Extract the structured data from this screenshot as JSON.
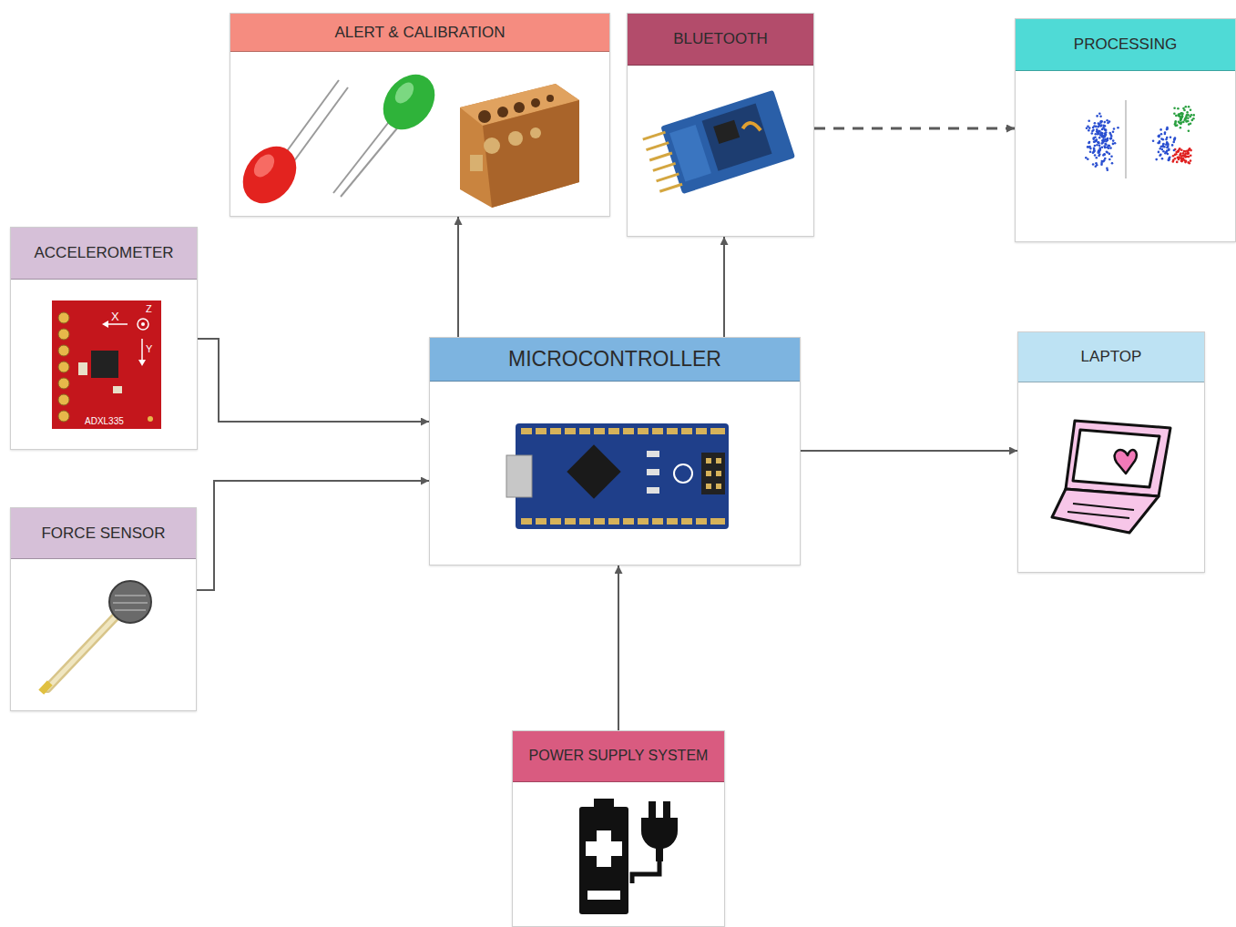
{
  "diagram": {
    "nodes": [
      {
        "text": [
          "ALERT & CALIBRATION"
        ]
      },
      {
        "text": [
          "BLUETOOTH"
        ]
      },
      {
        "text": [
          "PROCESSING"
        ]
      },
      {
        "text": [
          "ACCELEROMETER"
        ]
      },
      {
        "text": [
          "MICROCONTROLLER"
        ]
      },
      {
        "text": [
          "LAPTOP"
        ]
      },
      {
        "text": [
          "FORCE SENSOR"
        ]
      },
      {
        "text": [
          "POWER SUPPLY SYSTEM"
        ]
      }
    ],
    "edges": [
      {
        "from": 3,
        "to": 4,
        "arrow": "to"
      },
      {
        "from": 6,
        "to": 4,
        "arrow": "to"
      },
      {
        "from": 4,
        "to": 0,
        "arrow": "to"
      },
      {
        "from": 4,
        "to": 1,
        "arrow": "to"
      },
      {
        "from": 1,
        "to": 2,
        "arrow": "to"
      },
      {
        "from": 4,
        "to": 5,
        "arrow": "to"
      },
      {
        "from": 7,
        "to": 4,
        "arrow": "to"
      }
    ],
    "labels": [
      "X",
      "Z",
      "Y",
      "ADXL335"
    ]
  }
}
